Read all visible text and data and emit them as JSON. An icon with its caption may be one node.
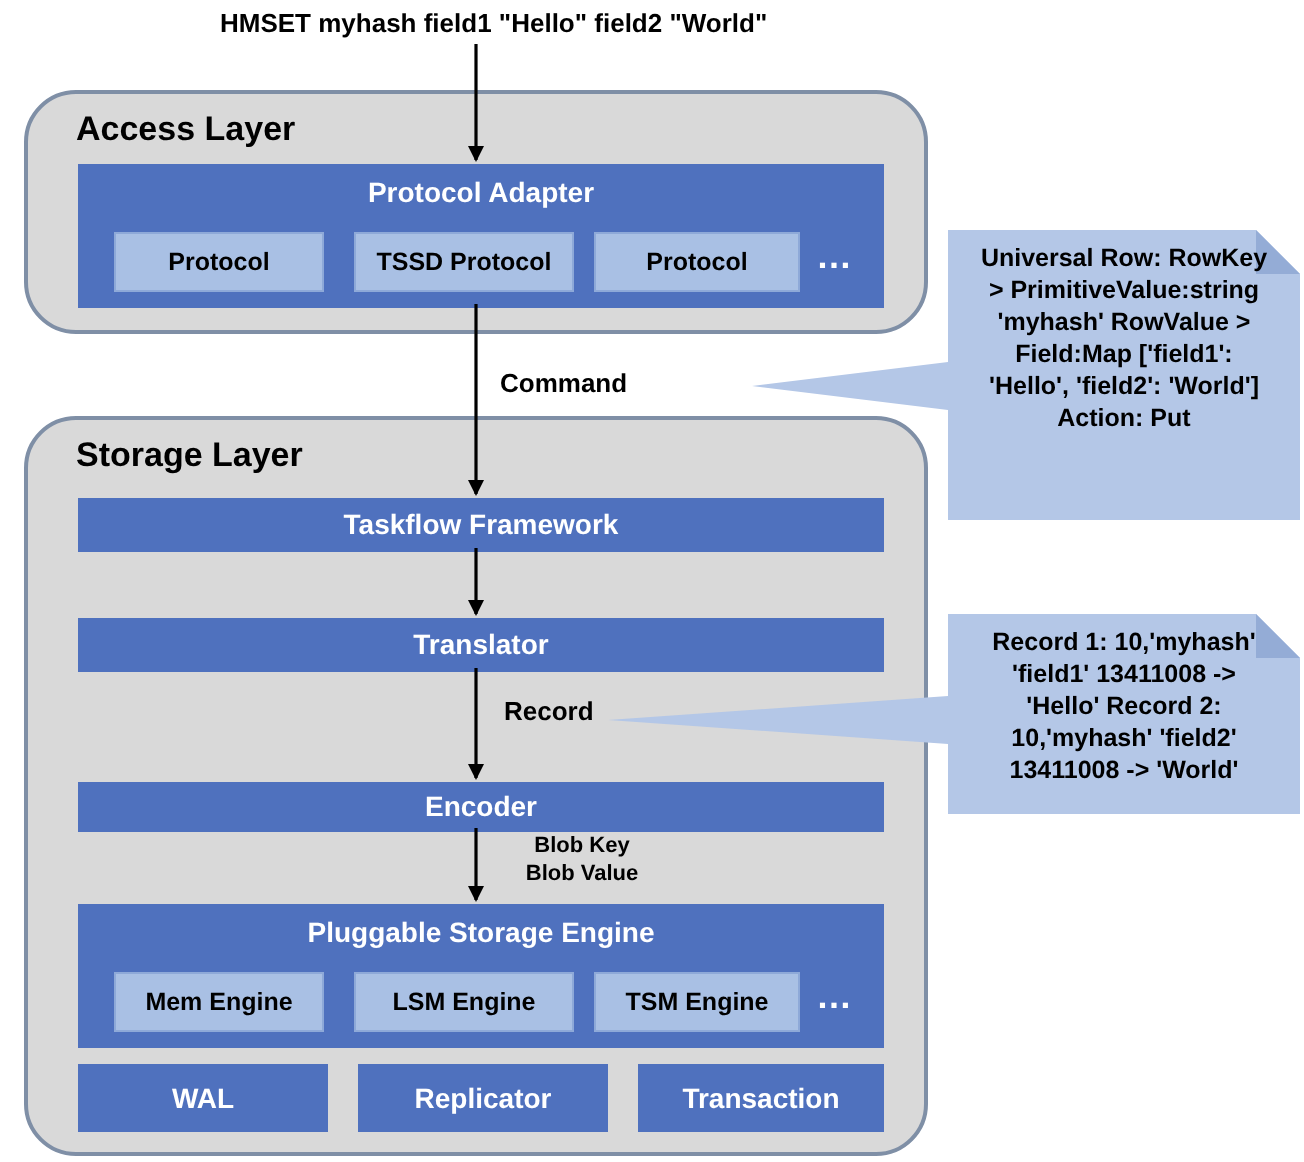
{
  "diagram": {
    "nodes": [
      {
        "text": [
          "HMSET myhash field1 \"Hello\" field2 \"World\""
        ]
      },
      {
        "text": [
          "Access Layer"
        ]
      },
      {
        "text": [
          "Protocol Adapter"
        ],
        "in": 1
      },
      {
        "text": [
          "Protocol"
        ],
        "in": 2
      },
      {
        "text": [
          "TSSD Protocol"
        ],
        "in": 2
      },
      {
        "text": [
          "Protocol"
        ],
        "in": 2
      },
      {
        "text": [
          "Storage Layer"
        ]
      },
      {
        "text": [
          "Taskflow Framework"
        ],
        "in": 6
      },
      {
        "text": [
          "Translator"
        ],
        "in": 6
      },
      {
        "text": [
          "Encoder"
        ],
        "in": 6
      },
      {
        "text": [
          "Pluggable Storage Engine"
        ],
        "in": 6
      },
      {
        "text": [
          "Mem Engine"
        ],
        "in": 10
      },
      {
        "text": [
          "LSM Engine"
        ],
        "in": 10
      },
      {
        "text": [
          "TSM Engine"
        ],
        "in": 10
      },
      {
        "text": [
          "WAL"
        ],
        "in": 6
      },
      {
        "text": [
          "Replicator"
        ],
        "in": 6
      },
      {
        "text": [
          "Transaction"
        ],
        "in": 6
      },
      {
        "text": [
          "Universal Row: RowKey > PrimitiveValue:string 'myhash' RowValue > Field:Map ['field1': 'Hello', 'field2': 'World'] Action: Put"
        ]
      },
      {
        "text": [
          "Record 1: 10,'myhash' 'field1' 13411008 -> 'Hello' Record 2: 10,'myhash' 'field2' 13411008 -> 'World'"
        ]
      }
    ],
    "edges": [
      {
        "from": 0,
        "to": 2,
        "arrow": "to"
      },
      {
        "from": 2,
        "to": 7,
        "arrow": "to",
        "label": "Command"
      },
      {
        "from": 7,
        "to": 8,
        "arrow": "to"
      },
      {
        "from": 8,
        "to": 9,
        "arrow": "to",
        "label": "Record"
      },
      {
        "from": 9,
        "to": 10,
        "arrow": "to",
        "label": "Blob Key Blob Value"
      }
    ],
    "labels": [
      "…",
      "…"
    ]
  }
}
